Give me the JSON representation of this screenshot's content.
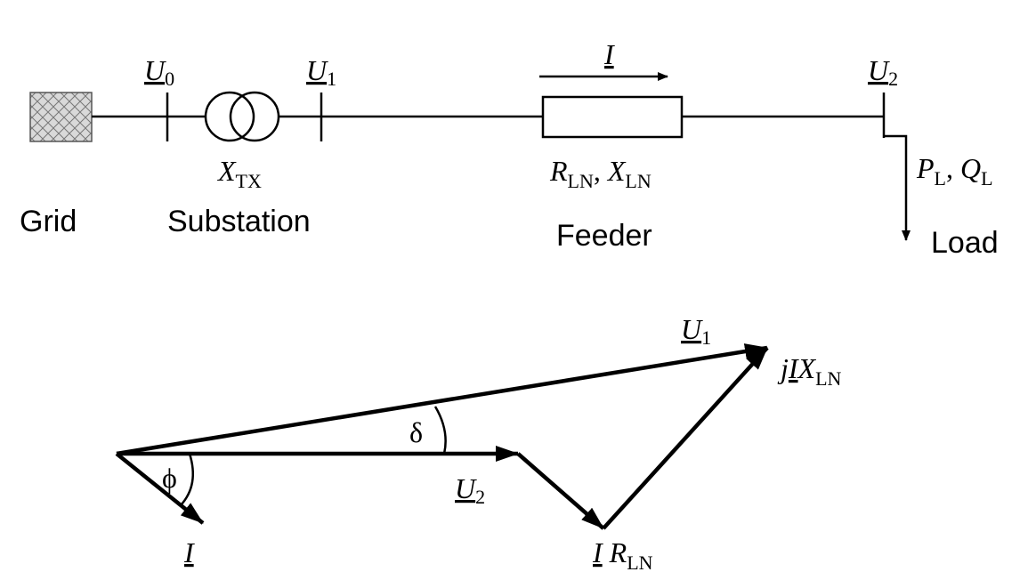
{
  "labels": {
    "grid": "Grid",
    "substation": "Substation",
    "feeder": "Feeder",
    "load": "Load"
  },
  "symbols": {
    "u0": {
      "main": "U",
      "sub": "0"
    },
    "u1_top": {
      "main": "U",
      "sub": "1"
    },
    "current_top": {
      "main": "I"
    },
    "u2_top": {
      "main": "U",
      "sub": "2"
    },
    "xtx": {
      "main": "X",
      "sub": "TX"
    },
    "r_ln": {
      "main": "R",
      "sub": "LN"
    },
    "x_ln": {
      "main": "X",
      "sub": "LN"
    },
    "sep_rx": ", ",
    "p_l": {
      "main": "P",
      "sub": "L"
    },
    "q_l": {
      "main": "Q",
      "sub": "L"
    },
    "sep_pq": ", ",
    "u1_vec": {
      "main": "U",
      "sub": "1"
    },
    "jix": {
      "j": "j",
      "i": "I",
      "x": "X",
      "sub": "LN"
    },
    "delta": "δ",
    "phi": "ϕ",
    "u2_vec": {
      "main": "U",
      "sub": "2"
    },
    "current_vec": {
      "main": "I"
    },
    "ir": {
      "i": "I",
      "r": "R",
      "sub": "LN"
    }
  },
  "colors": {
    "line": "#000000",
    "grid_fill": "#d9d9d9"
  },
  "icons": {
    "grid": "hatched-grid-block",
    "transformer": "two-winding-transformer"
  }
}
